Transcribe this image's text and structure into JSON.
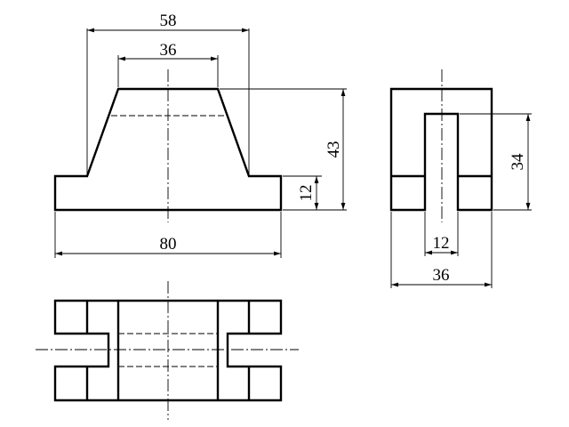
{
  "colors": {
    "line": "#000000",
    "background": "#ffffff"
  },
  "dimensions": {
    "front_top_outer": "58",
    "front_top_inner": "36",
    "front_height": "43",
    "front_base_height": "12",
    "front_width": "80",
    "side_slot_height": "34",
    "side_slot_width": "12",
    "side_width": "36"
  }
}
